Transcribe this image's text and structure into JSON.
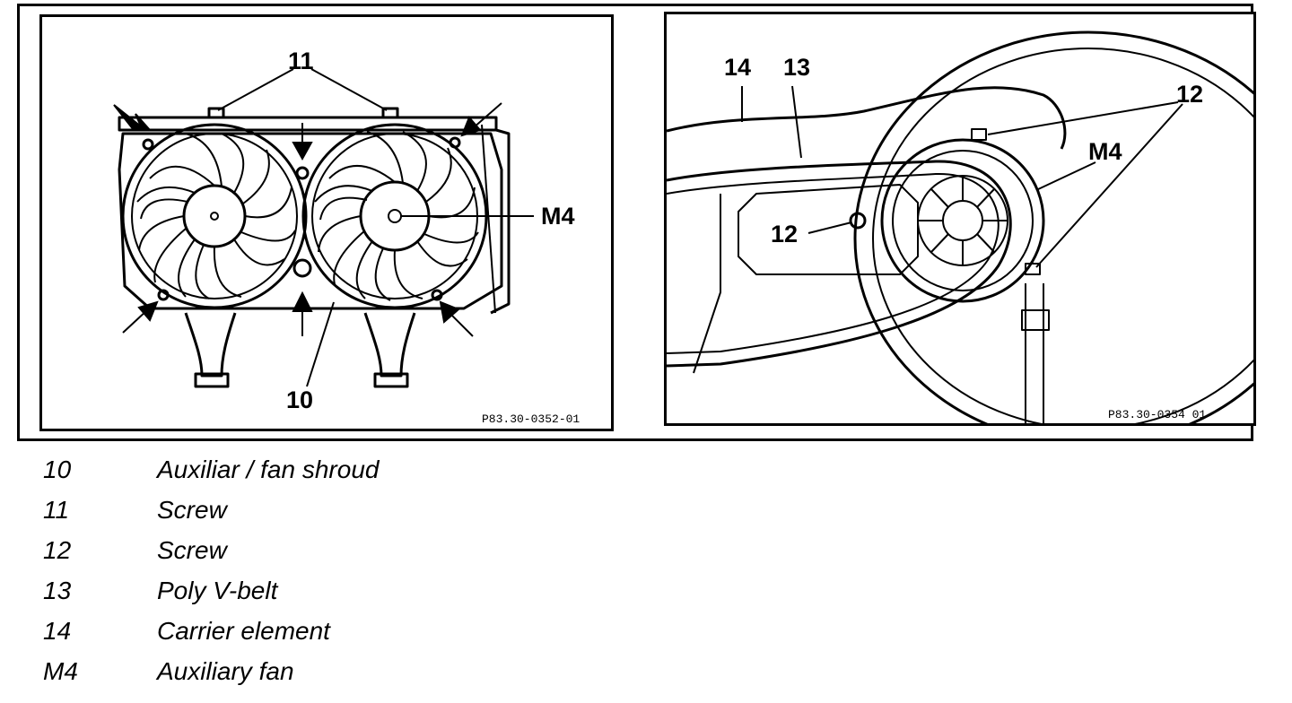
{
  "left_figure": {
    "code": "P83.30-0352-01",
    "callouts": {
      "screw_top": "11",
      "motor": "M4",
      "shroud": "10"
    }
  },
  "right_figure": {
    "code": "P83.30-0354 01",
    "callouts": {
      "carrier": "14",
      "belt": "13",
      "screw_right": "12",
      "motor": "M4",
      "screw_center": "12"
    }
  },
  "legend": [
    {
      "num": "10",
      "desc": "Auxiliar / fan shroud"
    },
    {
      "num": "11",
      "desc": "Screw"
    },
    {
      "num": "12",
      "desc": "Screw"
    },
    {
      "num": "13",
      "desc": "Poly V-belt"
    },
    {
      "num": "14",
      "desc": "Carrier element"
    },
    {
      "num": "M4",
      "desc": "Auxiliary fan"
    }
  ]
}
